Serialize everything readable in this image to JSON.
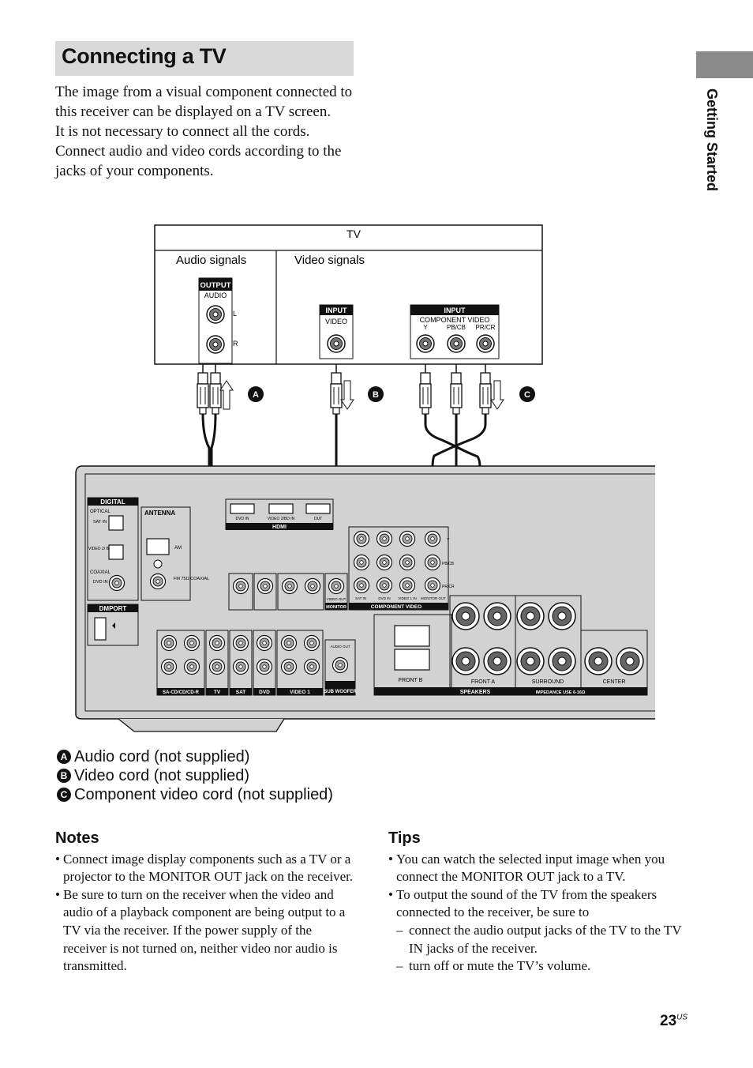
{
  "page": {
    "title": "Connecting a TV",
    "section_tab": "Getting Started",
    "intro_paragraphs": [
      "The image from a visual component connected to this receiver can be displayed on a TV screen.",
      "It is not necessary to connect all the cords. Connect audio and video cords according to the jacks of your components."
    ],
    "page_number": "23",
    "page_suffix": "US"
  },
  "diagram": {
    "tv_title": "TV",
    "audio_signals": "Audio signals",
    "video_signals": "Video signals",
    "tv_output": "OUTPUT",
    "tv_audio": "AUDIO",
    "tv_l": "L",
    "tv_r": "R",
    "tv_input": "INPUT",
    "tv_video": "VIDEO",
    "tv_component": "COMPONENT VIDEO",
    "tv_y": "Y",
    "tv_pb": "PB/CB",
    "tv_pr": "PR/CR",
    "cord_a": "A",
    "cord_b": "B",
    "cord_c": "C",
    "recv_digital": "DIGITAL",
    "recv_optical": "OPTICAL",
    "recv_sat_in": "SAT IN",
    "recv_video2": "VIDEO 2/ BD IN",
    "recv_coaxial": "COAXIAL",
    "recv_dvd_in": "DVD IN",
    "recv_antenna": "ANTENNA",
    "recv_am": "AM",
    "recv_fm": "FM 75Ω COAXIAL",
    "recv_dmport": "DMPORT",
    "recv_hdmi": "HDMI",
    "recv_hdmi_dvd": "DVD IN",
    "recv_hdmi_video2": "VIDEO 2/BD IN",
    "recv_hdmi_out": "OUT",
    "recv_video_out": "VIDEO OUT",
    "recv_monitor": "MONITOR",
    "recv_component": "COMPONENT VIDEO",
    "recv_comp_sat": "SAT IN",
    "recv_comp_dvd": "DVD IN",
    "recv_comp_video1": "VIDEO 1 IN",
    "recv_comp_monitor": "MONITOR OUT",
    "recv_y": "Y",
    "recv_pb": "PB/CB",
    "recv_pr": "PR/CR",
    "recv_sacd": "SA-CD/CD/CD-R",
    "recv_tv": "TV",
    "recv_sat": "SAT",
    "recv_dvd": "DVD",
    "recv_video1": "VIDEO 1",
    "recv_subwoofer": "SUB WOOFER",
    "recv_audio_out": "AUDIO OUT",
    "recv_front_b": "FRONT B",
    "recv_front_a": "FRONT A",
    "recv_surround": "SURROUND",
    "recv_center": "CENTER",
    "recv_speakers": "SPEAKERS",
    "recv_impedance": "IMPEDANCE USE 6-16Ω"
  },
  "legend": [
    {
      "badge": "A",
      "label": "Audio cord (not supplied)"
    },
    {
      "badge": "B",
      "label": "Video cord (not supplied)"
    },
    {
      "badge": "C",
      "label": "Component video cord (not supplied)"
    }
  ],
  "notes": {
    "heading": "Notes",
    "items": [
      "Connect image display components such as a TV or a projector to the MONITOR OUT jack on the receiver.",
      "Be sure to turn on the receiver when the video and audio of a playback component are being output to a TV via the receiver. If the power supply of the receiver is not turned on, neither video nor audio is transmitted."
    ]
  },
  "tips": {
    "heading": "Tips",
    "items": [
      "You can watch the selected input image when you connect the MONITOR OUT jack to a TV.",
      "To output the sound of the TV from the speakers connected to the receiver, be sure to"
    ],
    "subitems": [
      "connect the audio output jacks of the TV to the TV IN jacks of the receiver.",
      "turn off or mute the TV’s volume."
    ]
  }
}
